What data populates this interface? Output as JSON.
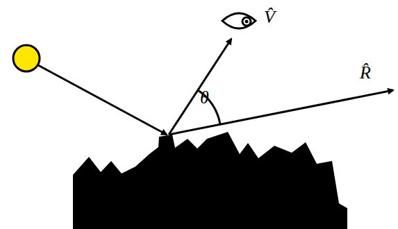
{
  "diagram": {
    "labels": [
      "V̂",
      "θ",
      "R̂"
    ]
  }
}
